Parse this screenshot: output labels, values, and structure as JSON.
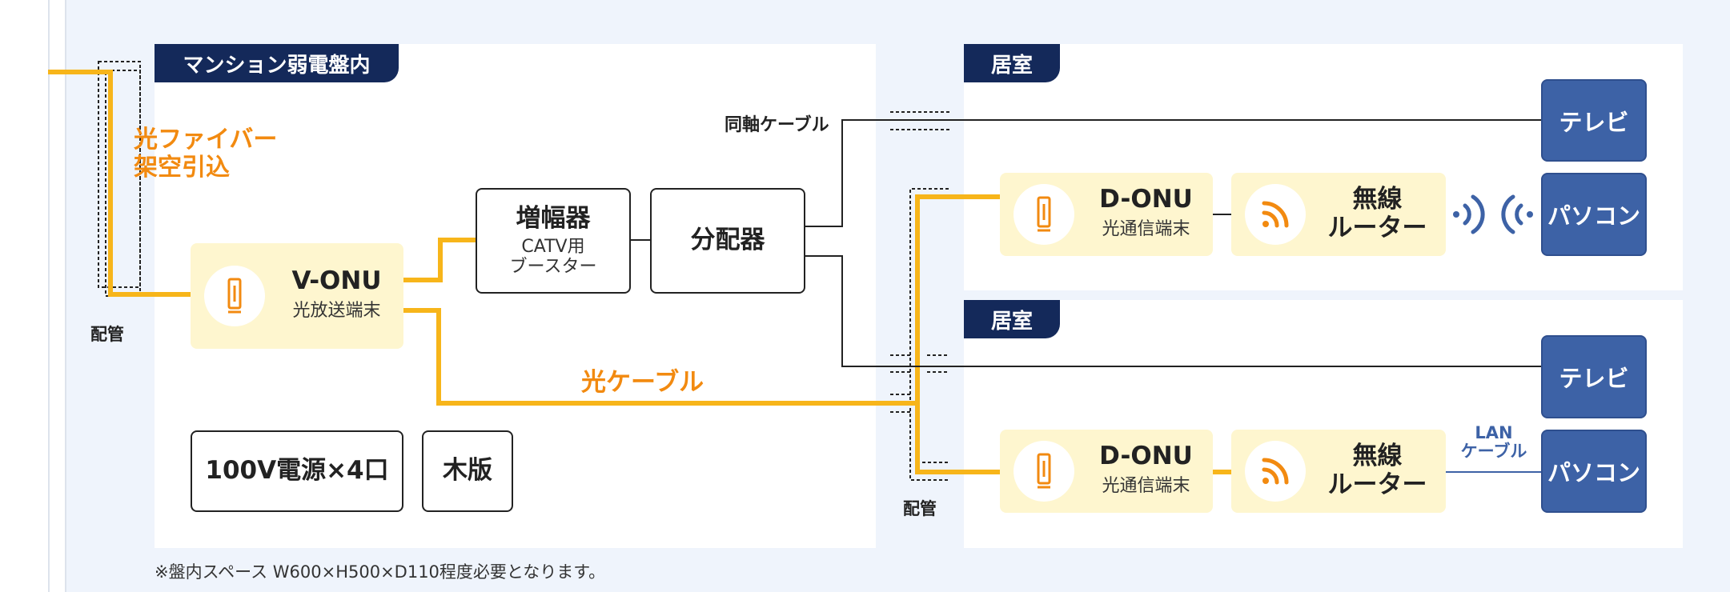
{
  "colors": {
    "background": "#eff4fc",
    "tab": "#14295a",
    "fiber": "#f7b51a",
    "device_bg": "#fef6cf",
    "pc_tv": "#3d62a6",
    "label_orange": "#f28a10"
  },
  "panel_left": {
    "tab": "マンション弱電盤内"
  },
  "room_top": {
    "tab": "居室"
  },
  "room_bottom": {
    "tab": "居室"
  },
  "labels": {
    "fiber_line1": "光ファイバー",
    "fiber_line2": "架空引込",
    "piping_left": "配管",
    "piping_center": "配管",
    "coax": "同軸ケーブル",
    "optical_cable": "光ケーブル",
    "lan_line1": "LAN",
    "lan_line2": "ケーブル"
  },
  "devices": {
    "v_onu": {
      "name": "V-ONU",
      "sub": "光放送端末",
      "icon": "onu-device-icon"
    },
    "booster": {
      "name": "増幅器",
      "sub1": "CATV用",
      "sub2": "ブースター"
    },
    "splitter": {
      "name": "分配器"
    },
    "power": {
      "name": "100V電源×4口"
    },
    "board": {
      "name": "木版"
    },
    "d_onu_top": {
      "name": "D-ONU",
      "sub": "光通信端末",
      "icon": "onu-device-icon"
    },
    "router_top": {
      "line1": "無線",
      "line2": "ルーター",
      "icon": "wifi-icon"
    },
    "tv_top": {
      "name": "テレビ"
    },
    "pc_top": {
      "name": "パソコン"
    },
    "d_onu_bottom": {
      "name": "D-ONU",
      "sub": "光通信端末",
      "icon": "onu-device-icon"
    },
    "router_bottom": {
      "line1": "無線",
      "line2": "ルーター",
      "icon": "wifi-icon"
    },
    "tv_bottom": {
      "name": "テレビ"
    },
    "pc_bottom": {
      "name": "パソコン"
    }
  },
  "footnote": "※盤内スペース W600×H500×D110程度必要となります。"
}
